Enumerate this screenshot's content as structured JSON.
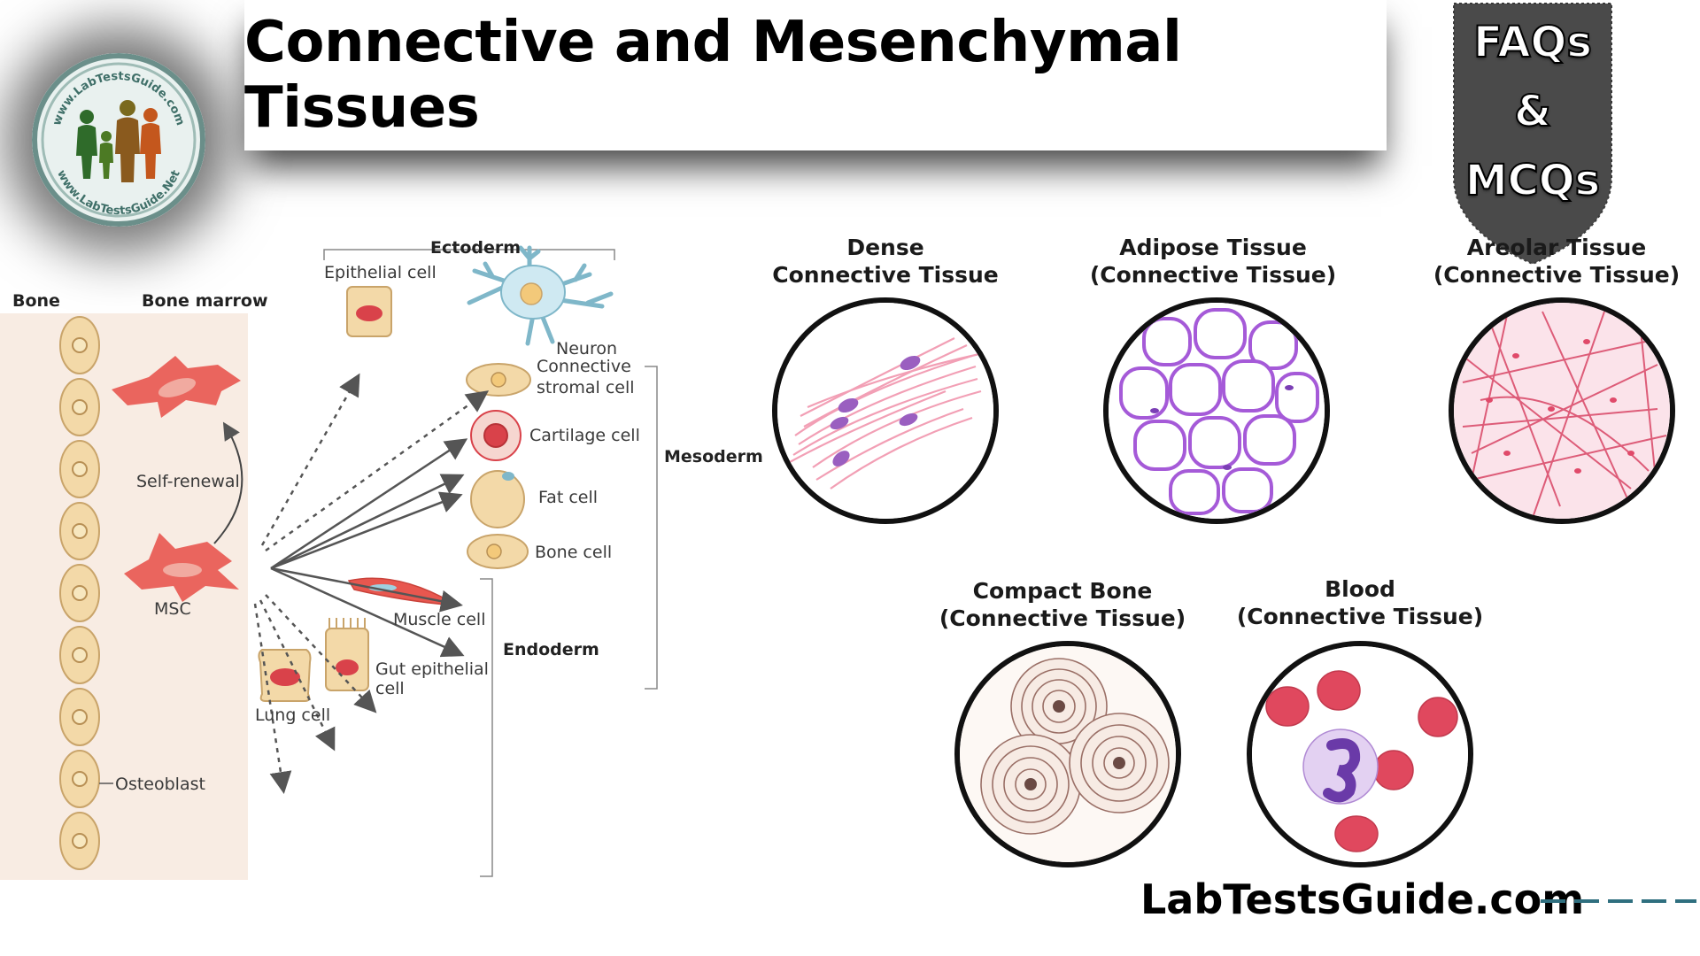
{
  "header": {
    "title": "Connective and Mesenchymal Tissues",
    "logo_text_top": "www.LabTestsGuide.com",
    "logo_text_bottom": "www.LabTestsGuide.Net",
    "badge": [
      "FAQs",
      "&",
      "MCQs"
    ]
  },
  "diagram": {
    "labels": {
      "bone": "Bone",
      "bone_marrow": "Bone marrow",
      "self_renewal": "Self-renewal",
      "msc": "MSC",
      "osteoblast": "Osteoblast",
      "ectoderm": "Ectoderm",
      "epithelial_cell": "Epithelial cell",
      "neuron": "Neuron",
      "connective_stromal_cell_1": "Connective",
      "connective_stromal_cell_2": "stromal cell",
      "cartilage_cell": "Cartilage cell",
      "mesoderm": "Mesoderm",
      "fat_cell": "Fat cell",
      "bone_cell": "Bone cell",
      "muscle_cell": "Muscle cell",
      "endoderm": "Endoderm",
      "gut_epithelial_cell_1": "Gut epithelial",
      "gut_epithelial_cell_2": "cell",
      "lung_cell": "Lung cell"
    }
  },
  "tissues": [
    {
      "line1": "Dense",
      "line2": "Connective Tissue"
    },
    {
      "line1": "Adipose Tissue",
      "line2": "(Connective Tissue)"
    },
    {
      "line1": "Areolar Tissue",
      "line2": "(Connective Tissue)"
    },
    {
      "line1": "Compact Bone",
      "line2": "(Connective Tissue)"
    },
    {
      "line1": "Blood",
      "line2": "(Connective Tissue)"
    }
  ],
  "footer": {
    "site": "LabTestsGuide.com"
  },
  "colors": {
    "cell_tan": "#f3d9a8",
    "cell_outline": "#c9a46a",
    "nucleus_red": "#d9424a",
    "msc_red": "#e8574f",
    "neuron_blue": "#cfe9f2",
    "badge_gray": "#4a4a4a",
    "logo_green": "#2f6b2a",
    "logo_orange": "#c4571d"
  }
}
